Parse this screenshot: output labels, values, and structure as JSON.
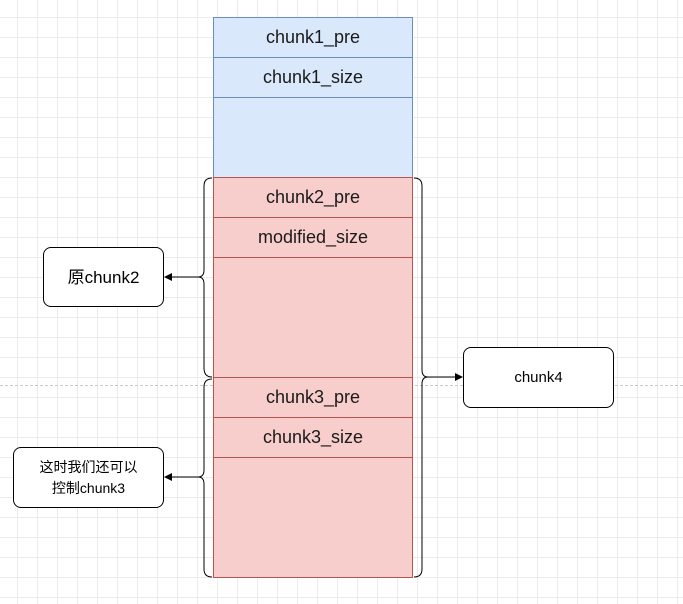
{
  "memory": {
    "chunk1_pre": "chunk1_pre",
    "chunk1_size": "chunk1_size",
    "chunk2_pre": "chunk2_pre",
    "modified_size": "modified_size",
    "chunk3_pre": "chunk3_pre",
    "chunk3_size": "chunk3_size"
  },
  "labels": {
    "orig_chunk2": "原chunk2",
    "chunk4": "chunk4",
    "control_chunk3": "这时我们还可以\n控制chunk3"
  },
  "colors": {
    "chunk1_fill": "#dae8fc",
    "chunk1_stroke": "#6c8ebf",
    "chunk23_fill": "#f8cecc",
    "chunk23_stroke": "#b85450"
  }
}
